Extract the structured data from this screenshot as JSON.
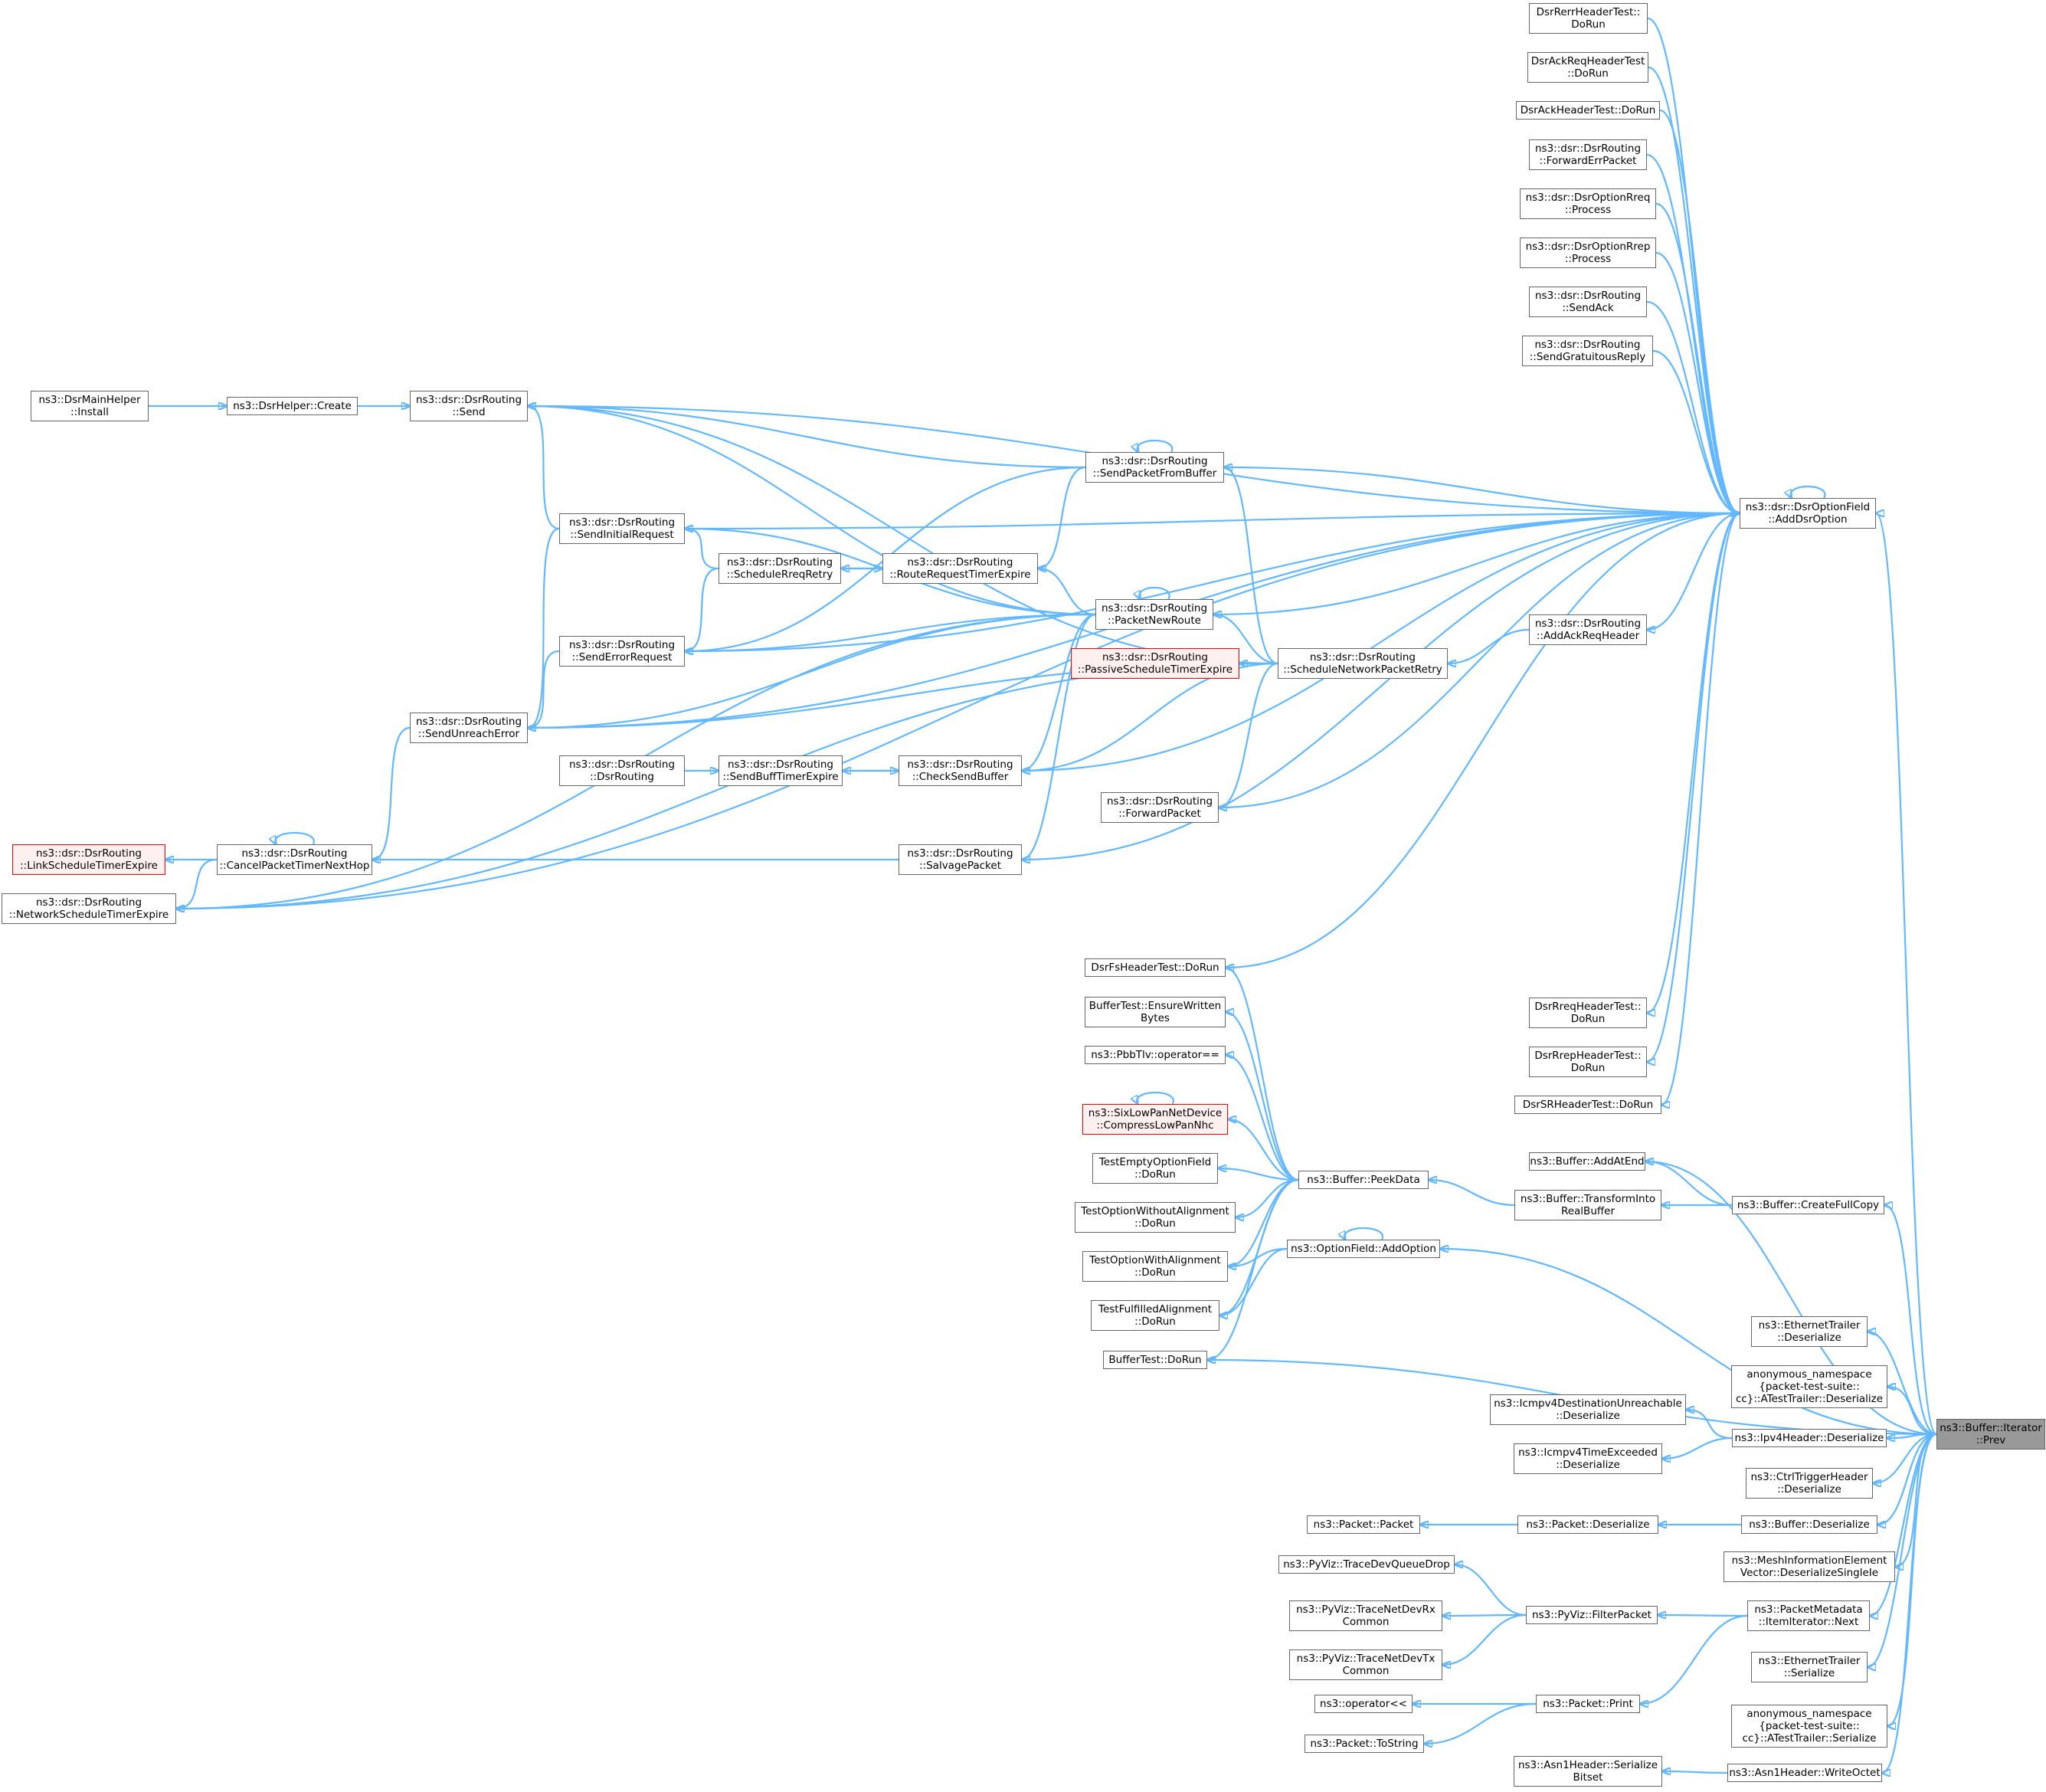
{
  "colors": {
    "edge": "#63b8ff",
    "node_border": "#666666",
    "truncated_border": "#ff0000",
    "truncated_fill": "#fff0f0",
    "focus_fill": "#999999"
  },
  "nodes": {
    "prev": "ns3::Buffer::Iterator\n::Prev",
    "add_dsr_option": "ns3::dsr::DsrOptionField\n::AddDsrOption",
    "rerr_test": "DsrRerrHeaderTest::\nDoRun",
    "ackreq_test": "DsrAckReqHeaderTest\n::DoRun",
    "ack_test": "DsrAckHeaderTest::DoRun",
    "forward_err": "ns3::dsr::DsrRouting\n::ForwardErrPacket",
    "rreq_process": "ns3::dsr::DsrOptionRreq\n::Process",
    "rrep_process": "ns3::dsr::DsrOptionRrep\n::Process",
    "send_ack": "ns3::dsr::DsrRouting\n::SendAck",
    "send_grat": "ns3::dsr::DsrRouting\n::SendGratuitousReply",
    "main_install": "ns3::DsrMainHelper\n::Install",
    "helper_create": "ns3::DsrHelper::Create",
    "send": "ns3::dsr::DsrRouting\n::Send",
    "spfb": "ns3::dsr::DsrRouting\n::SendPacketFromBuffer",
    "sir": "ns3::dsr::DsrRouting\n::SendInitialRequest",
    "srr": "ns3::dsr::DsrRouting\n::ScheduleRreqRetry",
    "rrte": "ns3::dsr::DsrRouting\n::RouteRequestTimerExpire",
    "pnr": "ns3::dsr::DsrRouting\n::PacketNewRoute",
    "aarh": "ns3::dsr::DsrRouting\n::AddAckReqHeader",
    "ser": "ns3::dsr::DsrRouting\n::SendErrorRequest",
    "pste": "ns3::dsr::DsrRouting\n::PassiveScheduleTimerExpire",
    "snpr": "ns3::dsr::DsrRouting\n::ScheduleNetworkPacketRetry",
    "sue": "ns3::dsr::DsrRouting\n::SendUnreachError",
    "dsrrouting": "ns3::dsr::DsrRouting\n::DsrRouting",
    "sbte": "ns3::dsr::DsrRouting\n::SendBuffTimerExpire",
    "csb": "ns3::dsr::DsrRouting\n::CheckSendBuffer",
    "fp": "ns3::dsr::DsrRouting\n::ForwardPacket",
    "lste": "ns3::dsr::DsrRouting\n::LinkScheduleTimerExpire",
    "cptnh": "ns3::dsr::DsrRouting\n::CancelPacketTimerNextHop",
    "sp": "ns3::dsr::DsrRouting\n::SalvagePacket",
    "nste": "ns3::dsr::DsrRouting\n::NetworkScheduleTimerExpire",
    "fs_test": "DsrFsHeaderTest::DoRun",
    "ewb": "BufferTest::EnsureWritten\nBytes",
    "pbb": "ns3::PbbTlv::operator==",
    "sixlow": "ns3::SixLowPanNetDevice\n::CompressLowPanNhc",
    "rreq_test": "DsrRreqHeaderTest::\nDoRun",
    "rrep_test": "DsrRrepHeaderTest::\nDoRun",
    "sr_test": "DsrSRHeaderTest::DoRun",
    "teof": "TestEmptyOptionField\n::DoRun",
    "peek": "ns3::Buffer::PeekData",
    "addatend": "ns3::Buffer::AddAtEnd",
    "twoa": "TestOptionWithoutAlignment\n::DoRun",
    "trb": "ns3::Buffer::TransformInto\nRealBuffer",
    "cfc": "ns3::Buffer::CreateFullCopy",
    "twa": "TestOptionWithAlignment\n::DoRun",
    "addoption": "ns3::OptionField::AddOption",
    "tfa": "TestFulfilledAlignment\n::DoRun",
    "bt_dorun": "BufferTest::DoRun",
    "eth_deser": "ns3::EthernetTrailer\n::Deserialize",
    "anon_deser": "anonymous_namespace\n{packet-test-suite::\ncc}::ATestTrailer::Deserialize",
    "icmp_unreach": "ns3::Icmpv4DestinationUnreachable\n::Deserialize",
    "ipv4_deser": "ns3::Ipv4Header::Deserialize",
    "icmp_time": "ns3::Icmpv4TimeExceeded\n::Deserialize",
    "ctrl_deser": "ns3::CtrlTriggerHeader\n::Deserialize",
    "pkt_pkt": "ns3::Packet::Packet",
    "pkt_deser": "ns3::Packet::Deserialize",
    "buf_deser": "ns3::Buffer::Deserialize",
    "mesh": "ns3::MeshInformationElement\nVector::DeserializeSingleIe",
    "qdrop": "ns3::PyViz::TraceDevQueueDrop",
    "ndrx": "ns3::PyViz::TraceNetDevRx\nCommon",
    "filter": "ns3::PyViz::FilterPacket",
    "pmnext": "ns3::PacketMetadata\n::ItemIterator::Next",
    "ndtx": "ns3::PyViz::TraceNetDevTx\nCommon",
    "eth_ser": "ns3::EthernetTrailer\n::Serialize",
    "op_lshift": "ns3::operator<<",
    "pkt_print": "ns3::Packet::Print",
    "anon_ser": "anonymous_namespace\n{packet-test-suite::\ncc}::ATestTrailer::Serialize",
    "tostring": "ns3::Packet::ToString",
    "asn_bitset": "ns3::Asn1Header::Serialize\nBitset",
    "asn_octet": "ns3::Asn1Header::WriteOctet"
  }
}
